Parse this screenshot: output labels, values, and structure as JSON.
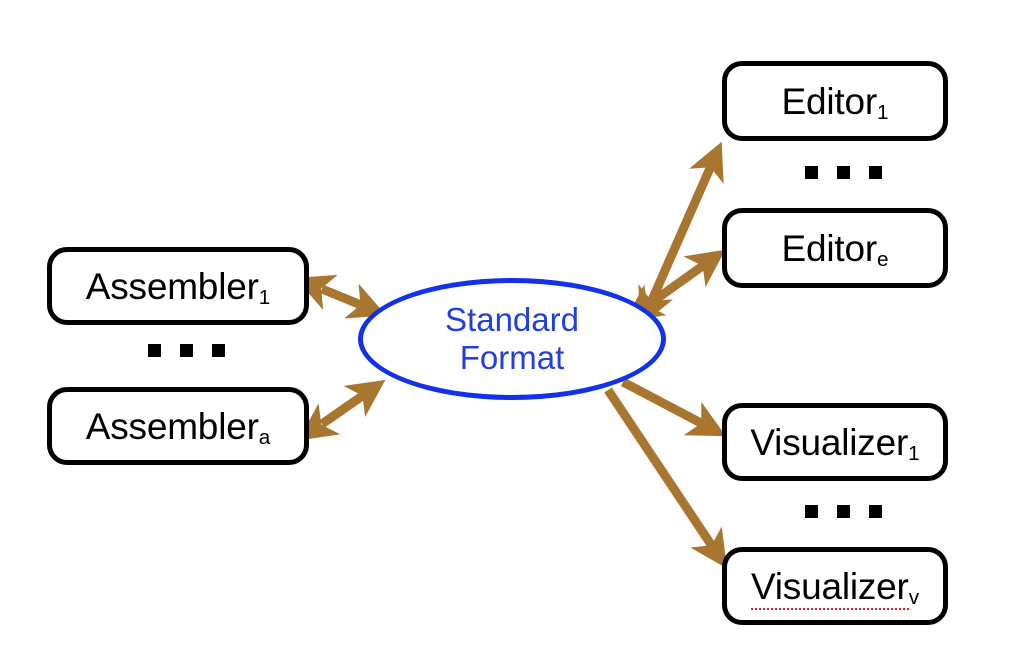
{
  "diagram": {
    "title": "Standard Format interchange diagram",
    "colors": {
      "arrow": "#A9762F",
      "hub_border": "#1331E8",
      "hub_text": "#2340DC",
      "node_border": "#000000",
      "node_text": "#000000",
      "spellcheck_underline": "#e8191f",
      "background": "#ffffff"
    },
    "hub": {
      "name": "standard-format",
      "line1": "Standard",
      "line2": "Format"
    },
    "groups": [
      {
        "name": "assemblers",
        "side": "left",
        "nodes": [
          {
            "name": "assembler-1",
            "base": "Assembler",
            "subscript": "1",
            "misspelled": false
          },
          {
            "name": "assembler-a",
            "base": "Assembler",
            "subscript": "a",
            "misspelled": false
          }
        ],
        "ellipsis": "▪ ▪ ▪"
      },
      {
        "name": "editors",
        "side": "right-top",
        "nodes": [
          {
            "name": "editor-1",
            "base": "Editor",
            "subscript": "1",
            "misspelled": false
          },
          {
            "name": "editor-e",
            "base": "Editor",
            "subscript": "e",
            "misspelled": false
          }
        ],
        "ellipsis": "▪ ▪ ▪"
      },
      {
        "name": "visualizers",
        "side": "right-bottom",
        "nodes": [
          {
            "name": "visualizer-1",
            "base": "Visualizer",
            "subscript": "1",
            "misspelled": false
          },
          {
            "name": "visualizer-v",
            "base": "Visualizer",
            "subscript": "v",
            "misspelled": true
          }
        ],
        "ellipsis": "▪ ▪ ▪"
      }
    ],
    "connections": [
      {
        "name": "assembler-1-link",
        "from": "assembler-1",
        "to": "standard-format",
        "direction": "bidirectional"
      },
      {
        "name": "assembler-a-link",
        "from": "assembler-a",
        "to": "standard-format",
        "direction": "bidirectional"
      },
      {
        "name": "editor-1-link",
        "from": "standard-format",
        "to": "editor-1",
        "direction": "bidirectional"
      },
      {
        "name": "editor-e-link",
        "from": "standard-format",
        "to": "editor-e",
        "direction": "bidirectional"
      },
      {
        "name": "visualizer-1-link",
        "from": "standard-format",
        "to": "visualizer-1",
        "direction": "unidirectional"
      },
      {
        "name": "visualizer-v-link",
        "from": "standard-format",
        "to": "visualizer-v",
        "direction": "unidirectional"
      }
    ]
  }
}
